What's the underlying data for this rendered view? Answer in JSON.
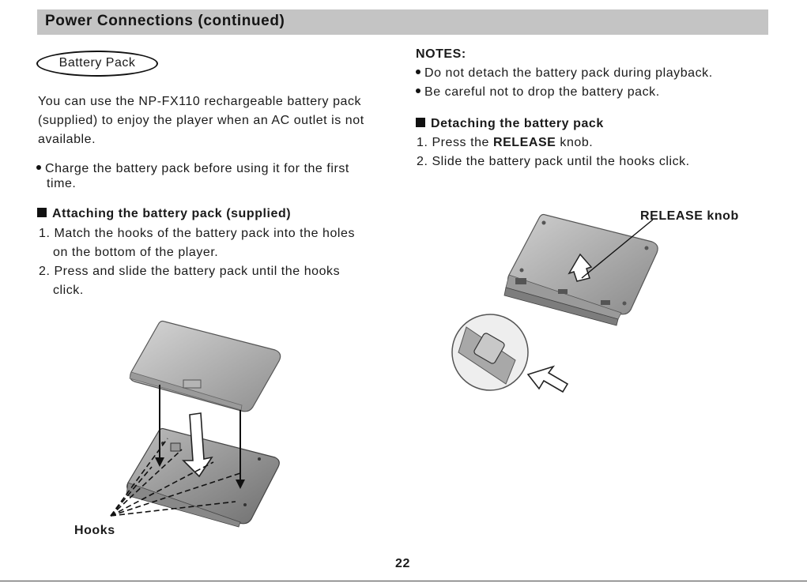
{
  "header": {
    "title": "Power Connections (continued)"
  },
  "left": {
    "section_label": "Battery Pack",
    "intro_line1": "You can use the NP-FX110 rechargeable battery pack",
    "intro_line2": "(supplied) to enjoy the player when an AC outlet is not",
    "intro_line3": "available.",
    "bullet_line1": "Charge the battery pack before using it for the first",
    "bullet_line2": "time.",
    "attach_heading": "Attaching the battery pack (supplied)",
    "step1_line1": "1. Match the hooks of the battery pack into the holes",
    "step1_line2": "on the bottom of the player.",
    "step2_line1": "2. Press and slide the battery pack until the hooks",
    "step2_line2": "click.",
    "hooks_label": "Hooks"
  },
  "right": {
    "notes_heading": "NOTES:",
    "note1": "Do not detach the battery pack during playback.",
    "note2": "Be careful not to drop the battery pack.",
    "detach_heading": "Detaching the battery pack",
    "step1_prefix": "1. Press the ",
    "step1_bold": "RELEASE",
    "step1_suffix": " knob.",
    "step2": "2. Slide the battery pack until the hooks click.",
    "release_label": "RELEASE knob"
  },
  "footer": {
    "page_number": "22"
  }
}
